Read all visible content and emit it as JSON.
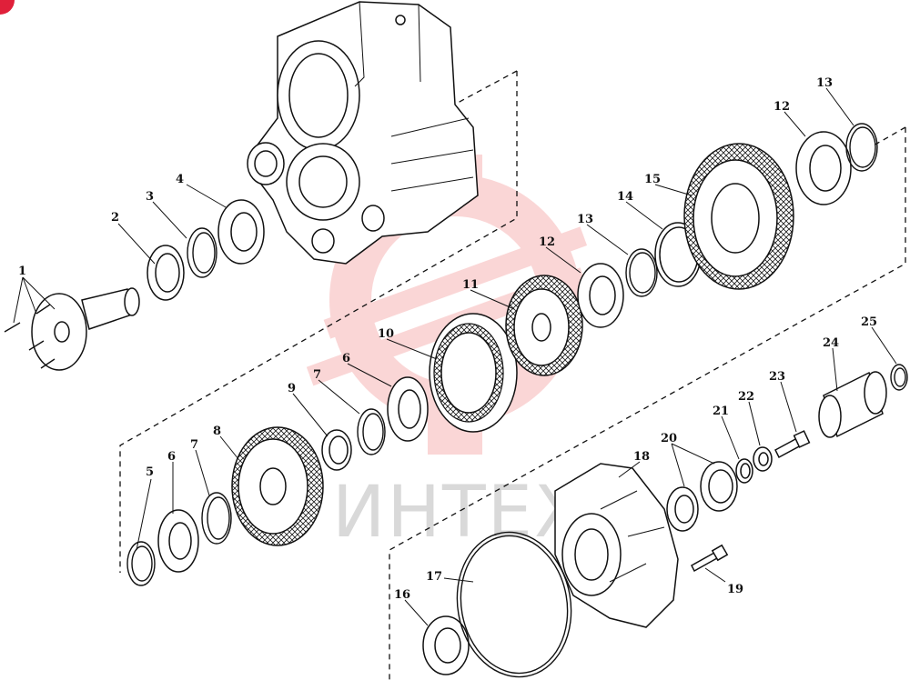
{
  "diagram": {
    "watermark": {
      "text": "ИНТЕХ",
      "color": "#f07070"
    },
    "badge_color": "#e0203a",
    "callouts": [
      {
        "id": "c1",
        "label": "1"
      },
      {
        "id": "c2",
        "label": "2"
      },
      {
        "id": "c3",
        "label": "3"
      },
      {
        "id": "c4",
        "label": "4"
      },
      {
        "id": "c5",
        "label": "5"
      },
      {
        "id": "c6a",
        "label": "6"
      },
      {
        "id": "c6b",
        "label": "6"
      },
      {
        "id": "c7a",
        "label": "7"
      },
      {
        "id": "c7b",
        "label": "7"
      },
      {
        "id": "c8",
        "label": "8"
      },
      {
        "id": "c9",
        "label": "9"
      },
      {
        "id": "c10",
        "label": "10"
      },
      {
        "id": "c11",
        "label": "11"
      },
      {
        "id": "c12a",
        "label": "12"
      },
      {
        "id": "c12b",
        "label": "12"
      },
      {
        "id": "c13a",
        "label": "13"
      },
      {
        "id": "c13b",
        "label": "13"
      },
      {
        "id": "c14",
        "label": "14"
      },
      {
        "id": "c15",
        "label": "15"
      },
      {
        "id": "c16",
        "label": "16"
      },
      {
        "id": "c17",
        "label": "17"
      },
      {
        "id": "c18",
        "label": "18"
      },
      {
        "id": "c19",
        "label": "19"
      },
      {
        "id": "c20",
        "label": "20"
      },
      {
        "id": "c21",
        "label": "21"
      },
      {
        "id": "c22",
        "label": "22"
      },
      {
        "id": "c23",
        "label": "23"
      },
      {
        "id": "c24",
        "label": "24"
      },
      {
        "id": "c25",
        "label": "25"
      }
    ]
  }
}
